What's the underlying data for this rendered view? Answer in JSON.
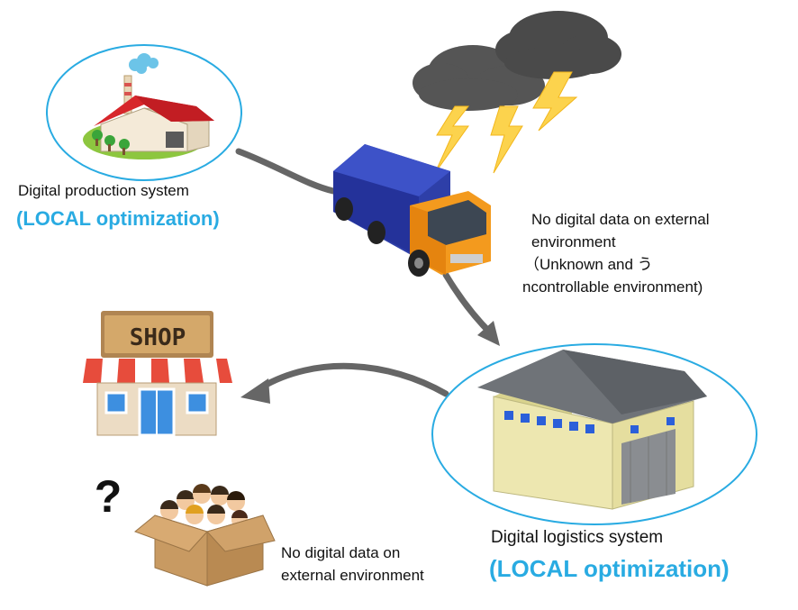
{
  "production": {
    "title": "Digital production system",
    "highlight": "(LOCAL optimization)"
  },
  "external_env": {
    "line1": "No digital data on external",
    "line2": "environment",
    "line3": "（Unknown and う",
    "line4": "ncontrollable environment)"
  },
  "shop": {
    "sign": "SHOP",
    "question": "?"
  },
  "customers": {
    "line1": "No digital data on",
    "line2": "external environment"
  },
  "logistics": {
    "title": "Digital logistics system",
    "highlight": "(LOCAL optimization)"
  },
  "colors": {
    "highlight": "#29abe2",
    "arrow": "#666666",
    "ellipse": "#29abe2"
  }
}
